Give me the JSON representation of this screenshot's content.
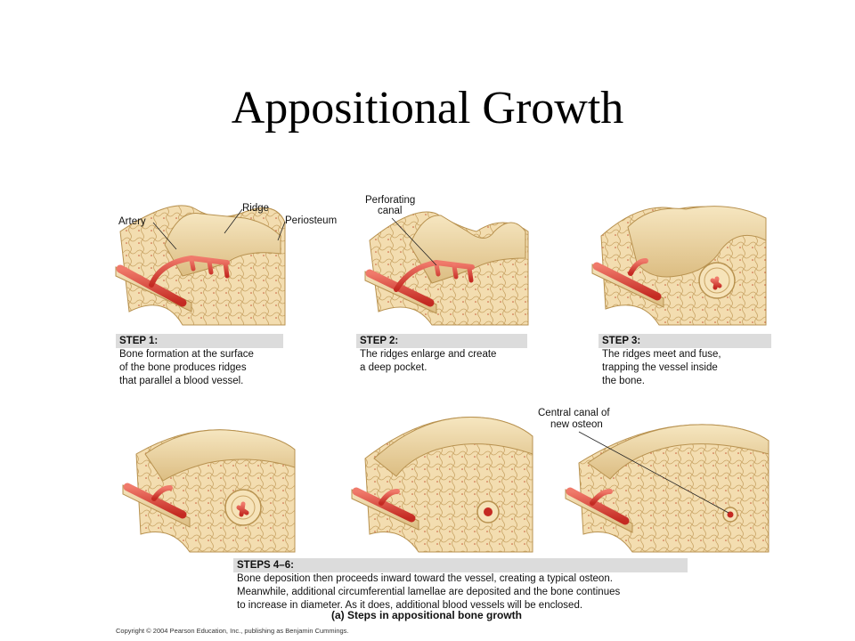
{
  "title": "Appositional Growth",
  "labels": {
    "artery": "Artery",
    "ridge": "Ridge",
    "periosteum": "Periosteum",
    "perforating_canal_1": "Perforating",
    "perforating_canal_2": "canal",
    "central_canal_1": "Central canal of",
    "central_canal_2": "new osteon"
  },
  "steps": [
    {
      "head": "STEP 1:",
      "lines": [
        "Bone formation at the surface",
        "of the bone produces ridges",
        "that parallel a blood vessel."
      ]
    },
    {
      "head": "STEP 2:",
      "lines": [
        "The ridges enlarge and create",
        "a deep pocket."
      ]
    },
    {
      "head": "STEP 3:",
      "lines": [
        "The ridges meet and fuse,",
        "trapping the vessel inside",
        "the bone."
      ]
    }
  ],
  "steps46": {
    "head": "STEPS 4–6:",
    "lines": [
      "Bone deposition then proceeds inward toward the vessel, creating a typical osteon.",
      "Meanwhile, additional circumferential lamellae are deposited and the bone continues",
      "to increase in diameter. As it does, additional blood vessels will be enclosed."
    ]
  },
  "caption": "(a) Steps in appositional bone growth",
  "copyright": "Copyright © 2004 Pearson Education, Inc., publishing as Benjamin Cummings.",
  "colors": {
    "bone": "#f2dcaa",
    "bone_dark": "#d9b877",
    "vessel": "#d9332b",
    "vessel_light": "#ef6b5d",
    "periosteum": "#e9d2a0"
  }
}
